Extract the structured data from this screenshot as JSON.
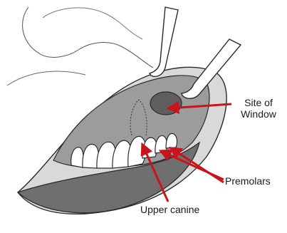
{
  "labels": {
    "site_of_window_line1": "Site of",
    "site_of_window_line2": "Window",
    "premolars": "Premolars",
    "upper_canine": "Upper canine"
  },
  "colors": {
    "arrow": "#c8141a",
    "gum": "#9c9c9c",
    "gum_dark": "#6f6f6f",
    "tooth": "#ffffff",
    "outline": "#2a2a2a"
  }
}
